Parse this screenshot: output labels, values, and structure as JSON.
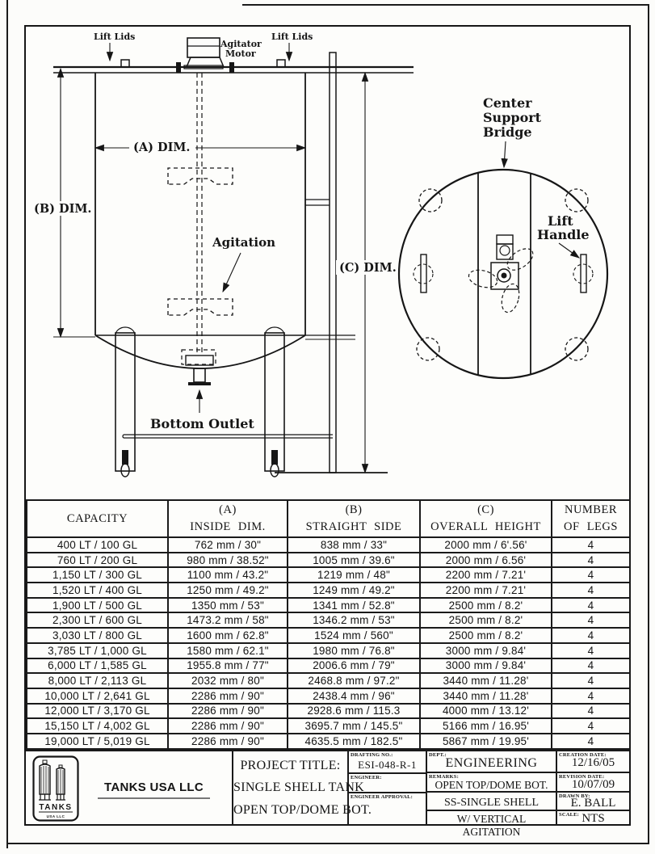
{
  "drawing": {
    "lift_lids_left": "Lift Lids",
    "lift_lids_right": "Lift Lids",
    "agitator_motor_1": "Agitator",
    "agitator_motor_2": "Motor",
    "dim_a": "(A) DIM.",
    "dim_b": "(B) DIM.",
    "dim_c": "(C) DIM.",
    "agitation": "Agitation",
    "bottom_outlet": "Bottom Outlet",
    "bridge_1": "Center",
    "bridge_2": "Support",
    "bridge_3": "Bridge",
    "lift_handle_1": "Lift",
    "lift_handle_2": "Handle"
  },
  "table": {
    "headers": [
      [
        "CAPACITY",
        ""
      ],
      [
        "(A)",
        "INSIDE DIM."
      ],
      [
        "(B)",
        "STRAIGHT SIDE"
      ],
      [
        "(C)",
        "OVERALL HEIGHT"
      ],
      [
        "NUMBER",
        "OF LEGS"
      ]
    ],
    "rows": [
      [
        "400 LT / 100 GL",
        "762 mm / 30\"",
        "838 mm / 33\"",
        "2000 mm / 6'.56'",
        "4"
      ],
      [
        "760 LT / 200 GL",
        "980 mm / 38.52\"",
        "1005 mm / 39.6\"",
        "2000 mm / 6.56'",
        "4"
      ],
      [
        "1,150 LT / 300 GL",
        "1100 mm / 43.2\"",
        "1219 mm / 48\"",
        "2200 mm / 7.21'",
        "4"
      ],
      [
        "1,520 LT / 400 GL",
        "1250 mm / 49.2\"",
        "1249 mm / 49.2\"",
        "2200 mm / 7.21'",
        "4"
      ],
      [
        "1,900 LT / 500 GL",
        "1350 mm / 53\"",
        "1341 mm / 52.8\"",
        "2500 mm / 8.2'",
        "4"
      ],
      [
        "2,300 LT / 600 GL",
        "1473.2 mm / 58\"",
        "1346.2 mm / 53\"",
        "2500 mm / 8.2'",
        "4"
      ],
      [
        "3,030 LT / 800 GL",
        "1600 mm / 62.8\"",
        "1524 mm / 560\"",
        "2500 mm / 8.2'",
        "4"
      ],
      [
        "3,785 LT / 1,000 GL",
        "1580 mm / 62.1\"",
        "1980 mm / 76.8\"",
        "3000 mm / 9.84'",
        "4"
      ],
      [
        "6,000 LT / 1,585 GL",
        "1955.8 mm / 77\"",
        "2006.6 mm / 79\"",
        "3000 mm / 9.84'",
        "4"
      ],
      [
        "8,000 LT / 2,113 GL",
        "2032 mm / 80\"",
        "2468.8 mm / 97.2\"",
        "3440 mm / 11.28'",
        "4"
      ],
      [
        "10,000 LT / 2,641 GL",
        "2286 mm / 90\"",
        "2438.4 mm / 96\"",
        "3440 mm / 11.28'",
        "4"
      ],
      [
        "12,000 LT / 3,170 GL",
        "2286 mm / 90\"",
        "2928.6 mm / 115.3",
        "4000 mm / 13.12'",
        "4"
      ],
      [
        "15,150 LT / 4,002 GL",
        "2286 mm / 90\"",
        "3695.7 mm / 145.5\"",
        "5166 mm / 16.95'",
        "4"
      ],
      [
        "19,000 LT / 5,019 GL",
        "2286 mm / 90\"",
        "4635.5 mm / 182.5\"",
        "5867 mm / 19.95'",
        "4"
      ]
    ]
  },
  "title_block": {
    "company": "TANKS USA LLC",
    "logo_text": "TANKS",
    "logo_subtext": "USA LLC",
    "project_title_label": "PROJECT TITLE:",
    "project_title_1": "SINGLE SHELL TANK",
    "project_title_2": "OPEN TOP/DOME BOT.",
    "drafting_no_label": "DRAFTING NO.:",
    "drafting_no": "ESI-048-R-1",
    "engineer_label": "ENGINEER:",
    "engineer": "",
    "engineer_approval_label": "ENGINEER APPROVAL:",
    "engineer_approval": "",
    "dept_label": "DEPT.:",
    "dept": "ENGINEERING",
    "remarks_label": "REMARKS:",
    "remarks": "OPEN TOP/DOME BOT.",
    "shell_type": "SS-SINGLE SHELL",
    "agitation_type": "W/ VERTICAL AGITATION",
    "creation_date_label": "CREATION DATE:",
    "creation_date": "12/16/05",
    "revision_date_label": "REVISION DATE:",
    "revision_date": "10/07/09",
    "drawn_by_label": "DRAWN BY:",
    "drawn_by": "E. BALL",
    "scale_label": "SCALE:",
    "scale": "NTS"
  },
  "colors": {
    "ink": "#161616",
    "paper": "#fdfdfb"
  }
}
